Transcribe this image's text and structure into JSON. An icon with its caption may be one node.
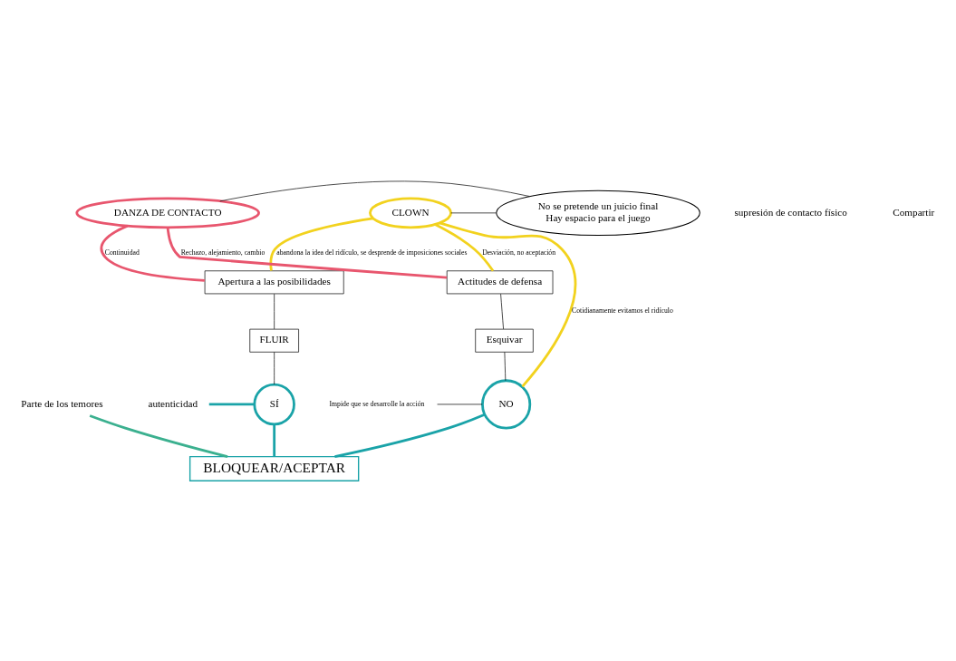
{
  "diagram": {
    "nodes": [
      {
        "text": [
          "CLOWN"
        ]
      },
      {
        "text": [
          "No se pretende un juicio final",
          "Hay espacio para el juego"
        ]
      },
      {
        "text": [
          "DANZA DE CONTACTO"
        ]
      },
      {
        "text": [
          "Actitudes de defensa"
        ]
      },
      {
        "text": [
          "Esquivar"
        ]
      },
      {
        "text": [
          "Apertura a las posibilidades"
        ]
      },
      {
        "text": [
          "FLUIR"
        ]
      },
      {
        "text": [
          "NO"
        ]
      },
      {
        "text": [
          "SÍ"
        ]
      },
      {
        "text": [
          "BLOQUEAR/ACEPTAR"
        ]
      },
      {
        "text": [
          "Impide que se desarrolle la acción"
        ]
      },
      {
        "text": [
          "Parte de los temores"
        ]
      },
      {
        "text": [
          "autenticidad"
        ]
      }
    ],
    "edges": [
      {
        "from": 0,
        "to": 1,
        "arrow": "none"
      },
      {
        "from": 2,
        "to": 1,
        "arrow": "none"
      },
      {
        "from": 0,
        "to": 3,
        "arrow": "none",
        "label": "Desviación, no aceptación",
        "color": "#f2d21e"
      },
      {
        "from": 0,
        "to": 7,
        "arrow": "none",
        "label": "Cotidianamente evitamos el ridículo",
        "color": "#f2d21e"
      },
      {
        "from": 0,
        "to": 5,
        "arrow": "none",
        "label": "abandona la idea del ridículo, se desprende de imposiciones sociales",
        "color": "#f2d21e"
      },
      {
        "from": 2,
        "to": 3,
        "arrow": "none",
        "label": "Rechazo, alejamiento, cambio",
        "color": "#e8566e"
      },
      {
        "from": 2,
        "to": 5,
        "arrow": "none",
        "label": "Continuidad",
        "color": "#e8566e"
      },
      {
        "from": 3,
        "to": 4,
        "arrow": "none"
      },
      {
        "from": 4,
        "to": 7,
        "arrow": "none"
      },
      {
        "from": 5,
        "to": 6,
        "arrow": "none"
      },
      {
        "from": 6,
        "to": 8,
        "arrow": "none"
      },
      {
        "from": 10,
        "to": 7,
        "arrow": "none"
      },
      {
        "from": 7,
        "to": 9,
        "arrow": "none",
        "color": "#1aa3a8"
      },
      {
        "from": 8,
        "to": 9,
        "arrow": "none",
        "color": "#1aa3a8"
      },
      {
        "from": 11,
        "to": 9,
        "arrow": "none",
        "color": "#3bb08f"
      },
      {
        "from": 12,
        "to": 8,
        "arrow": "none",
        "color": "#1aa3a8"
      }
    ],
    "labels": [
      "supresión de contacto físico",
      "Compartir"
    ]
  }
}
